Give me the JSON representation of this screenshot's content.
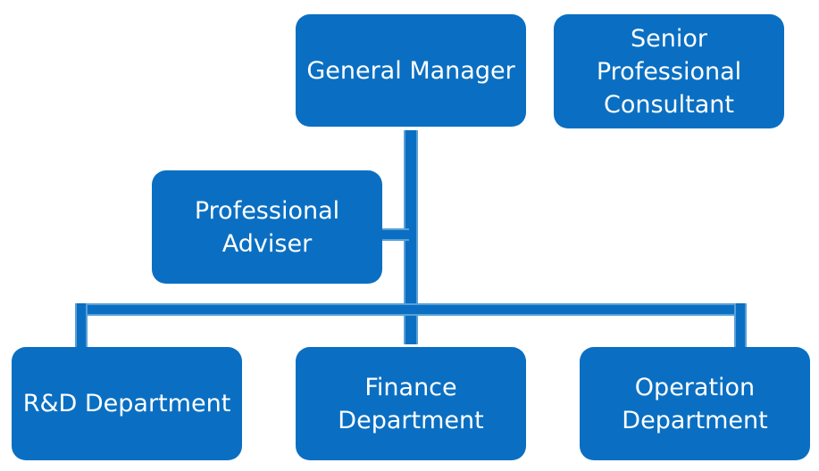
{
  "colors": {
    "box_fill": "#0a6fc2",
    "connector_fill": "#0a6fc2",
    "connector_edge": "#5aa0d8",
    "text": "#ffffff",
    "background": "#ffffff"
  },
  "nodes": {
    "general_manager": {
      "label": "General Manager"
    },
    "senior_consultant": {
      "label": "Senior\nProfessional\nConsultant"
    },
    "professional_adviser": {
      "label": "Professional\nAdviser"
    },
    "rd_department": {
      "label": "R&D Department"
    },
    "finance_department": {
      "label": "Finance\nDepartment"
    },
    "operation_department": {
      "label": "Operation\nDepartment"
    }
  },
  "edges": [
    {
      "from": "general_manager",
      "to": "professional_adviser"
    },
    {
      "from": "general_manager",
      "to": "rd_department"
    },
    {
      "from": "general_manager",
      "to": "finance_department"
    },
    {
      "from": "general_manager",
      "to": "operation_department"
    }
  ]
}
